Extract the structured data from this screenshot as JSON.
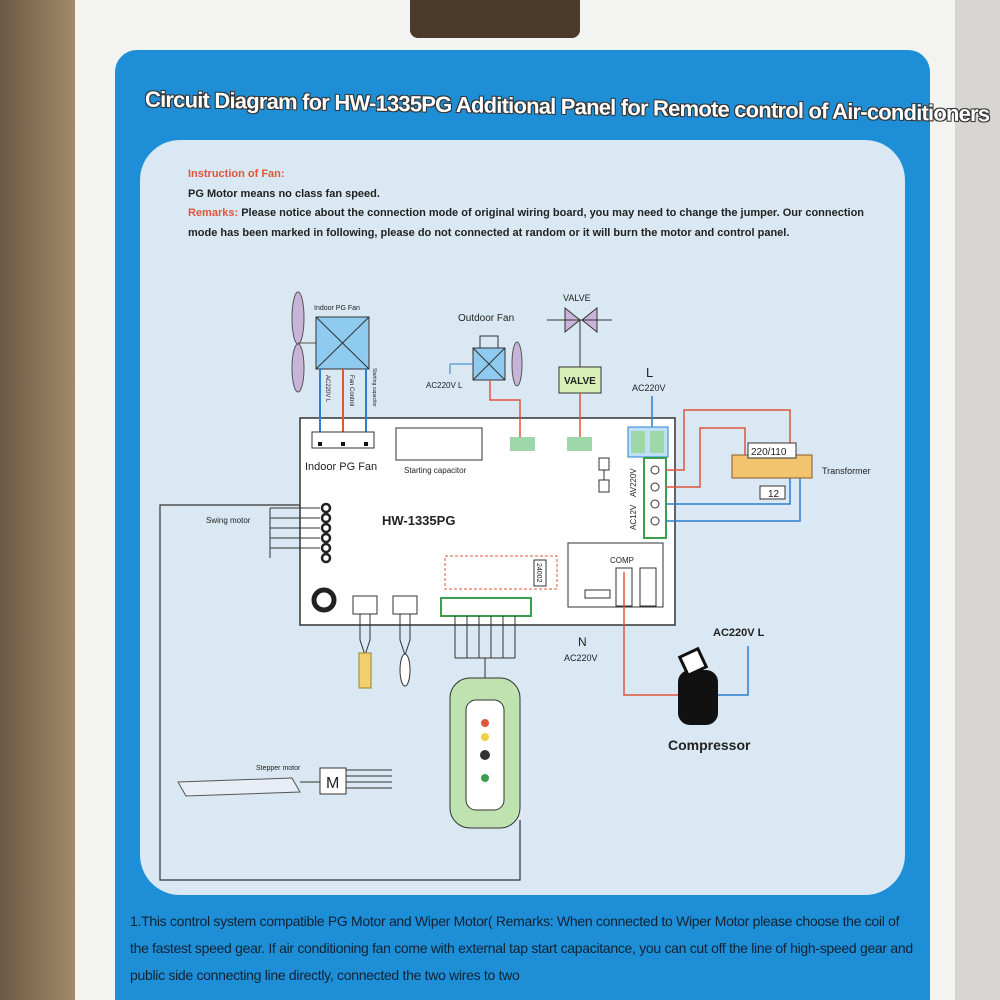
{
  "title": "Circuit Diagram for HW-1335PG Additional Panel for Remote control of Air-conditioners",
  "instructions": {
    "fan_heading": "Instruction of Fan:",
    "fan_text": "PG Motor means no class fan speed.",
    "remarks_label": "Remarks:",
    "remarks_text": " Please notice about the connection mode of original wiring board, you may need to change the jumper. Our connection mode has been marked in following, please do not connected at random or it will burn the motor and control panel."
  },
  "diagram": {
    "indoor_fan_top": "Indoor PG Fan",
    "wire_ac220vl": "AC220V L",
    "wire_fan_control": "Fan Control",
    "wire_starting": "Starting capacitor",
    "outdoor_fan": "Outdoor Fan",
    "outdoor_ac": "AC220V L",
    "valve_top": "VALVE",
    "valve_box": "VALVE",
    "l_label": "L",
    "l_ac": "AC220V",
    "indoor_fan_board": "Indoor PG Fan",
    "starting_capacitor": "Starting capacitor",
    "board_model": "HW-1335PG",
    "swing_motor": "Swing motor",
    "transformer": "Transformer",
    "transformer_in": "220/110",
    "transformer_out": "12",
    "ac12v": "AC12V",
    "av220v": "AV220V",
    "comp": "COMP",
    "chip": "24002",
    "n_label": "N",
    "n_ac": "AC220V",
    "comp_ac": "AC220V  L",
    "compressor": "Compressor",
    "stepper_motor": "Stepper motor",
    "motor_m": "M"
  },
  "bottom_text": "1.This control system compatible PG Motor and Wiper Motor( Remarks: When connected to Wiper Motor please choose the coil of the fastest speed gear. If air conditioning fan come with external tap start capacitance, you can cut off the line of high-speed gear and public side connecting line directly, connected the two wires to two"
}
